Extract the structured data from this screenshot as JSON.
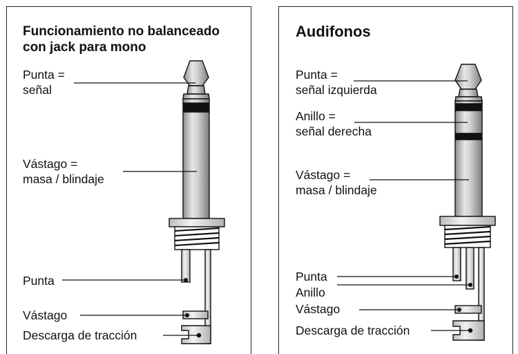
{
  "left_panel": {
    "title_line1": "Funcionamiento no balanceado",
    "title_line2": "con jack para mono",
    "tip_line1": "Punta =",
    "tip_line2": "señal",
    "sleeve_line1": "Vástago =",
    "sleeve_line2": "masa / blindaje",
    "wire_tip": "Punta",
    "wire_sleeve": "Vástago",
    "strain_relief": "Descarga de tracción"
  },
  "right_panel": {
    "title": "Audifonos",
    "tip_line1": "Punta =",
    "tip_line2": "señal izquierda",
    "ring_line1": "Anillo =",
    "ring_line2": "señal derecha",
    "sleeve_line1": "Vástago =",
    "sleeve_line2": "masa / blindaje",
    "wire_tip": "Punta",
    "wire_ring": "Anillo",
    "wire_sleeve": "Vástago",
    "strain_relief": "Descarga de tracción"
  }
}
